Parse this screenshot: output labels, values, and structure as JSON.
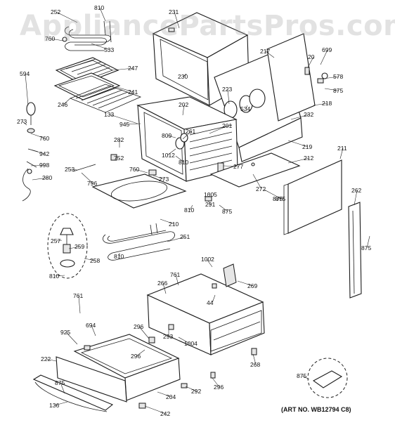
{
  "watermark": "AppliancePartsPros.com",
  "art_number": "(ART NO. WB12794 C8)",
  "callouts": [
    "252",
    "810",
    "760",
    "533",
    "247",
    "241",
    "246",
    "594",
    "273",
    "760",
    "942",
    "998",
    "280",
    "133",
    "945",
    "282",
    "752",
    "760",
    "273",
    "253",
    "796",
    "809",
    "261",
    "1012",
    "810",
    "202",
    "201",
    "230",
    "231",
    "223",
    "534",
    "232",
    "219",
    "212",
    "277",
    "272",
    "875",
    "1005",
    "291",
    "810",
    "875",
    "210",
    "251",
    "810",
    "257",
    "259",
    "258",
    "810",
    "217",
    "20",
    "699",
    "578",
    "875",
    "218",
    "211",
    "262",
    "875",
    "1002",
    "761",
    "269",
    "266",
    "44",
    "761",
    "694",
    "925",
    "296",
    "293",
    "1004",
    "296",
    "222",
    "875",
    "136",
    "204",
    "242",
    "292",
    "296",
    "268",
    "875",
    "875"
  ]
}
